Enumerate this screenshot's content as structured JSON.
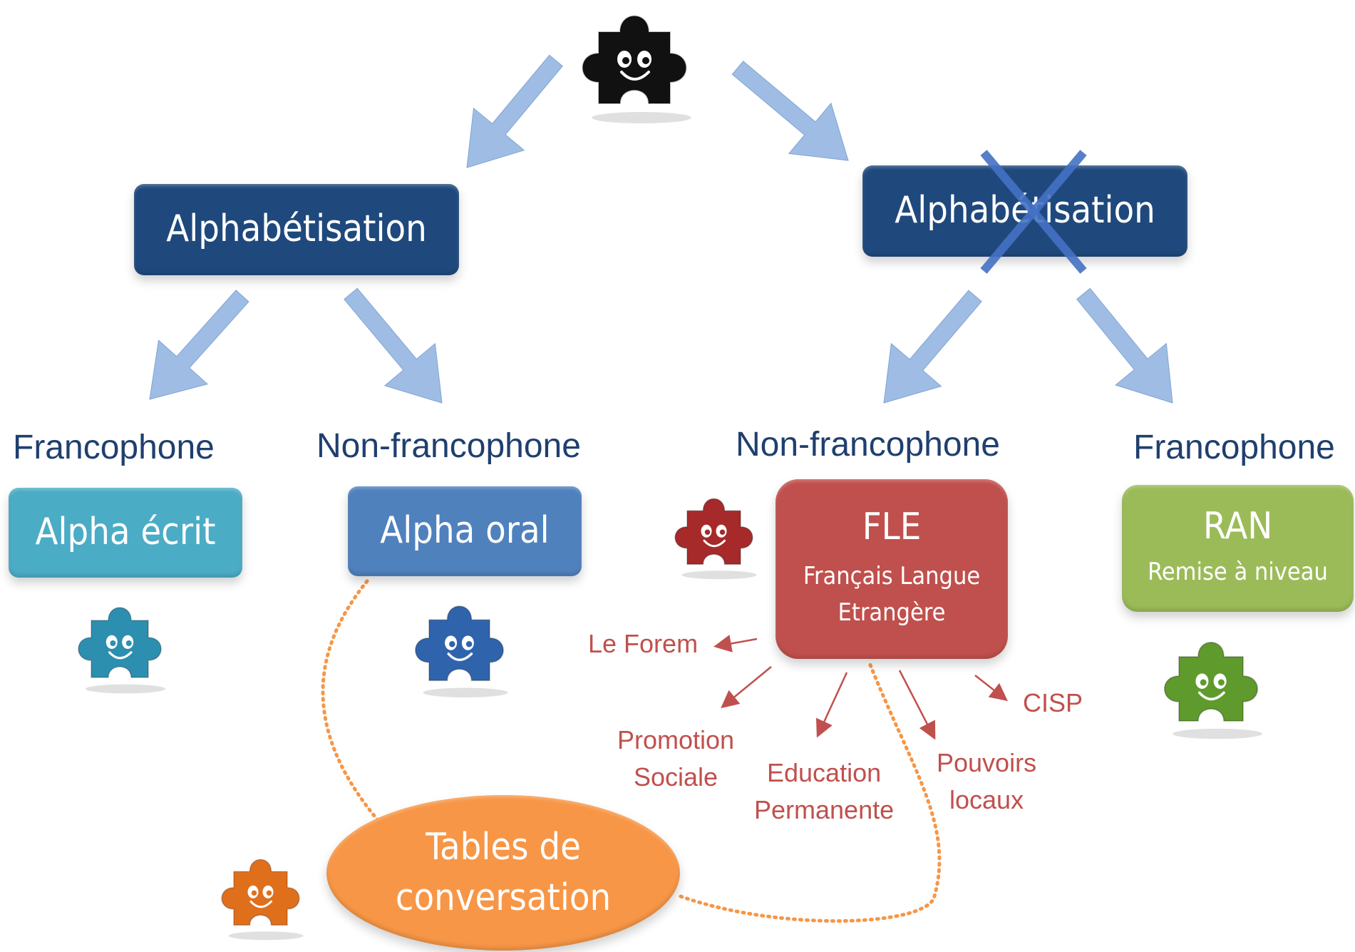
{
  "colors": {
    "navy": "#1f497d",
    "arrow": "#9fbde4",
    "teal": "#4bacc6",
    "blue": "#4f81bd",
    "red": "#c0504d",
    "green": "#9bbb59",
    "orange": "#f79646",
    "piece_black": "#111111",
    "piece_teal": "#2c8fb0",
    "piece_blue": "#2f64ad",
    "piece_red": "#a62a2a",
    "piece_green": "#5f9a2c",
    "piece_orange": "#e06f1c"
  },
  "left_box": {
    "title": "Alphabétisation"
  },
  "right_box": {
    "title": "Alphabétisation",
    "crossed": true
  },
  "categories": {
    "francophone_left": "Francophone",
    "nonfrancophone_left": "Non-francophone",
    "nonfrancophone_right": "Non-francophone",
    "francophone_right": "Francophone"
  },
  "programs": {
    "alpha_ecrit": {
      "title": "Alpha écrit"
    },
    "alpha_oral": {
      "title": "Alpha oral"
    },
    "fle": {
      "title": "FLE",
      "subtitle_line1": "Français Langue",
      "subtitle_line2": "Etrangère"
    },
    "ran": {
      "title": "RAN",
      "subtitle": "Remise à niveau"
    }
  },
  "fle_providers": {
    "forem": "Le Forem",
    "promotion_line1": "Promotion",
    "promotion_line2": "Sociale",
    "education_line1": "Education",
    "education_line2": "Permanente",
    "pouvoirs_line1": "Pouvoirs",
    "pouvoirs_line2": "locaux",
    "cisp": "CISP"
  },
  "tables": {
    "line1": "Tables de",
    "line2": "conversation"
  }
}
